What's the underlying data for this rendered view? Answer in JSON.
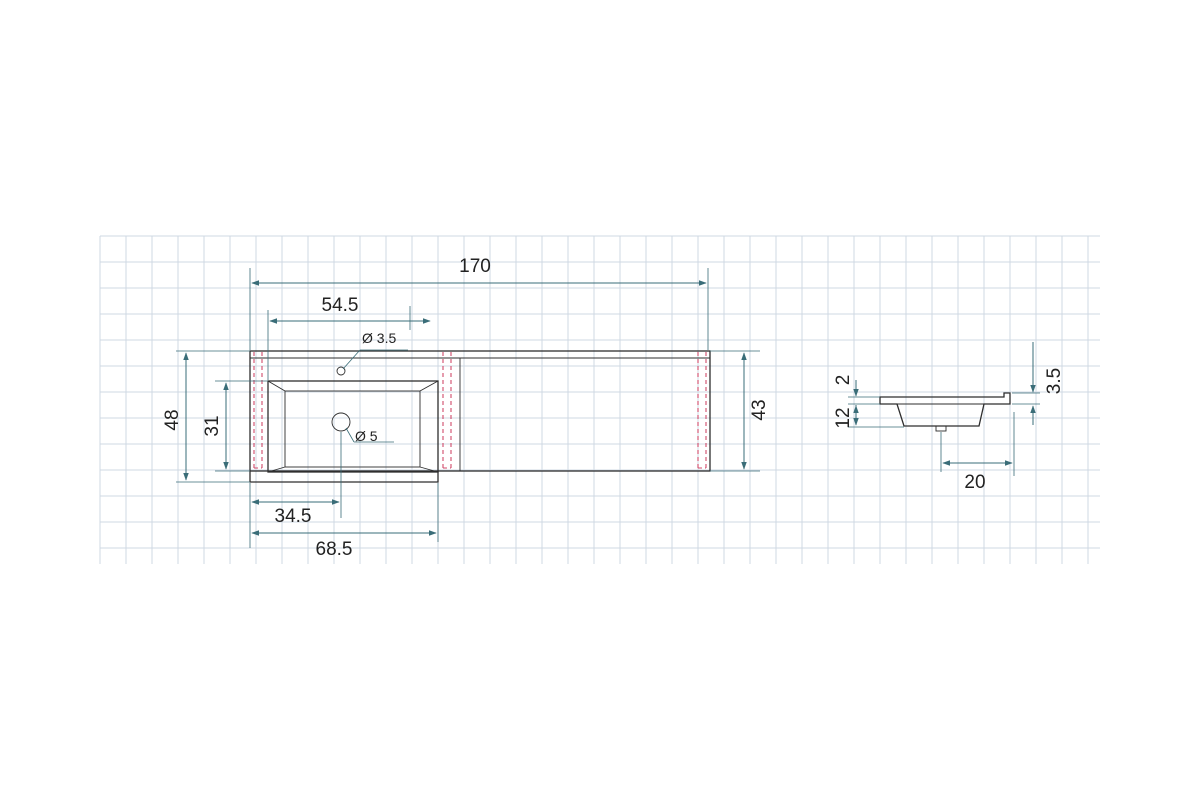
{
  "dimensions": {
    "overall_length": "170",
    "faucet_offset": "54.5",
    "faucet_hole_diameter": "Ø 3.5",
    "drain_diameter": "Ø 5",
    "total_depth": "48",
    "bowl_depth": "31",
    "drain_offset": "34.5",
    "bowl_section_width": "68.5",
    "counter_depth": "43",
    "rim_height": "2",
    "basin_height": "12",
    "backsplash_height": "3.5",
    "side_drain_offset": "20"
  },
  "colors": {
    "outline": "#2e2e2e",
    "dimension": "#3a6d78",
    "hidden_lines": "#d04a6a",
    "grid": "#cfd8e3"
  }
}
